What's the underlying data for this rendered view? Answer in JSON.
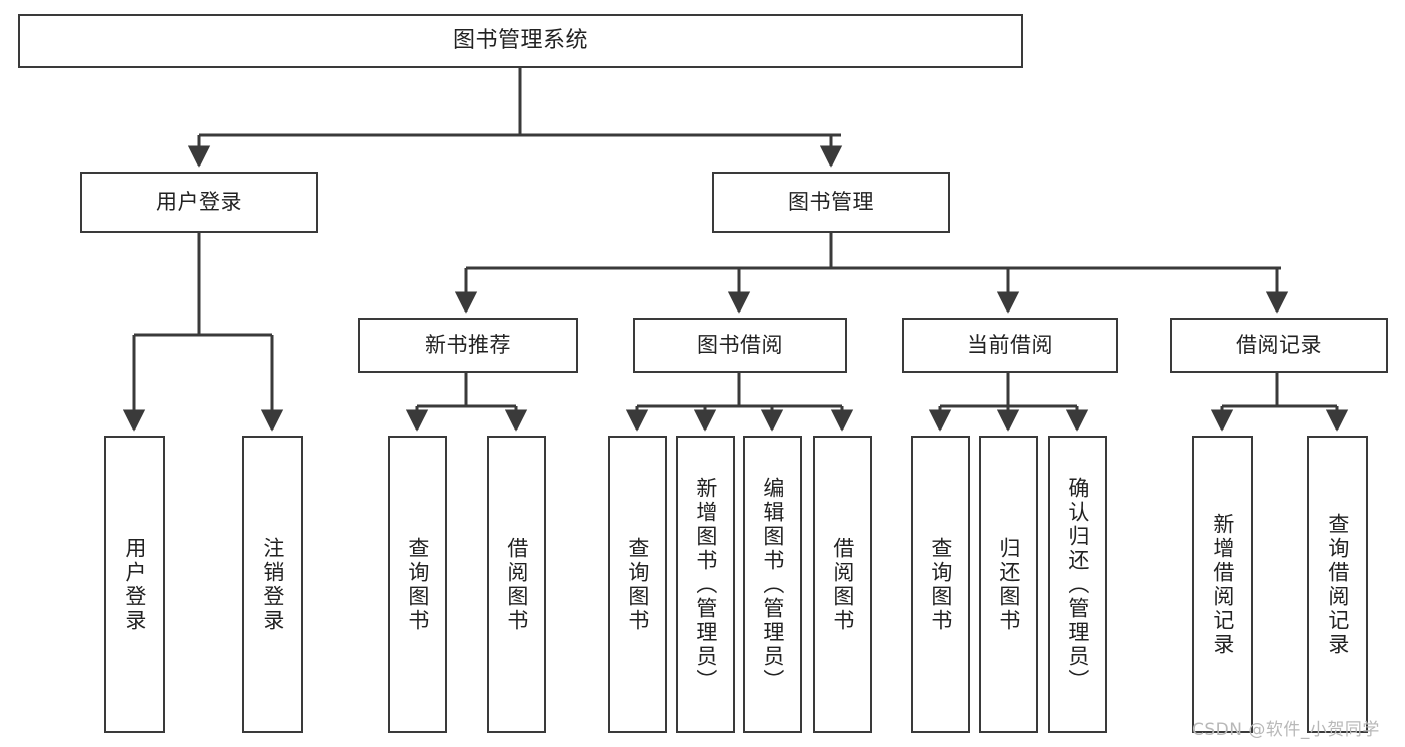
{
  "diagram": {
    "title_node": "图书管理系统",
    "level2": [
      {
        "label": "用户登录"
      },
      {
        "label": "图书管理"
      }
    ],
    "level3": [
      {
        "label": "新书推荐"
      },
      {
        "label": "图书借阅"
      },
      {
        "label": "当前借阅"
      },
      {
        "label": "借阅记录"
      }
    ],
    "leaves": {
      "user_login": [
        {
          "label": "用户登录"
        },
        {
          "label": "注销登录"
        }
      ],
      "new_book_recommend": [
        {
          "label": "查询图书"
        },
        {
          "label": "借阅图书"
        }
      ],
      "book_borrow": [
        {
          "label": "查询图书"
        },
        {
          "label": "新增图书（管理员）"
        },
        {
          "label": "编辑图书（管理员）"
        },
        {
          "label": "借阅图书"
        }
      ],
      "current_borrow": [
        {
          "label": "查询图书"
        },
        {
          "label": "归还图书"
        },
        {
          "label": "确认归还（管理员）"
        }
      ],
      "borrow_record": [
        {
          "label": "新增借阅记录"
        },
        {
          "label": "查询借阅记录"
        }
      ]
    }
  },
  "watermark": {
    "text": "CSDN @软件_小贺同学"
  },
  "colors": {
    "stroke": "#3a3a3a",
    "fill": "#ffffff",
    "text": "#222222",
    "watermark": "#b8b8b8"
  }
}
